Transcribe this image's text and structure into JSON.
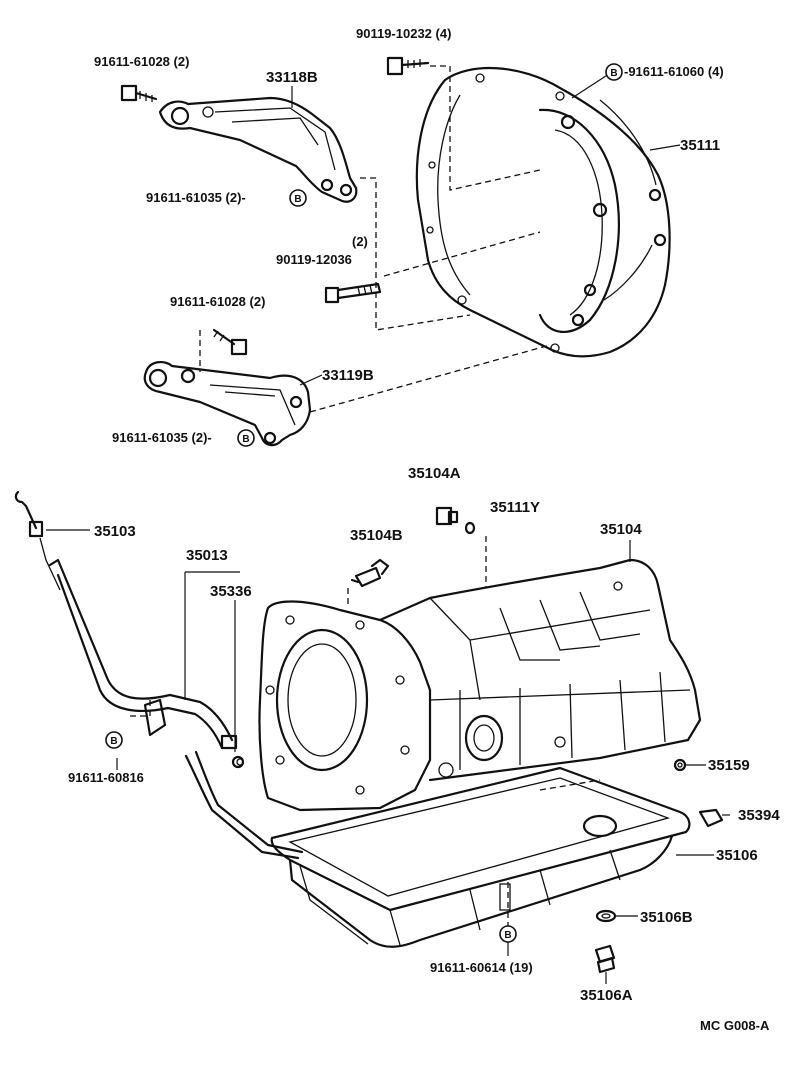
{
  "labels": {
    "p90119_10232": "90119-10232 (4)",
    "p91611_61028_top": "91611-61028 (2)",
    "p33118b": "33118B",
    "p91611_61060": "-91611-61060 (4)",
    "p35111": "35111",
    "p91611_61035_top": "91611-61035 (2)-",
    "p90119_12036_qty": "(2)",
    "p90119_12036": "90119-12036",
    "p91611_61028_mid": "91611-61028 (2)",
    "p33119b": "33119B",
    "p91611_61035_mid": "91611-61035 (2)-",
    "p35104a": "35104A",
    "p35111y": "35111Y",
    "p35103": "35103",
    "p35104b": "35104B",
    "p35104": "35104",
    "p35013": "35013",
    "p35336": "35336",
    "p35159": "35159",
    "p91611_60816": "91611-60816",
    "p35394": "35394",
    "p35106": "35106",
    "p35106b": "35106B",
    "p91611_60614": "91611-60614 (19)",
    "p35106a": "35106A",
    "figure_code": "MC G008-A"
  },
  "badge_letter": "B"
}
